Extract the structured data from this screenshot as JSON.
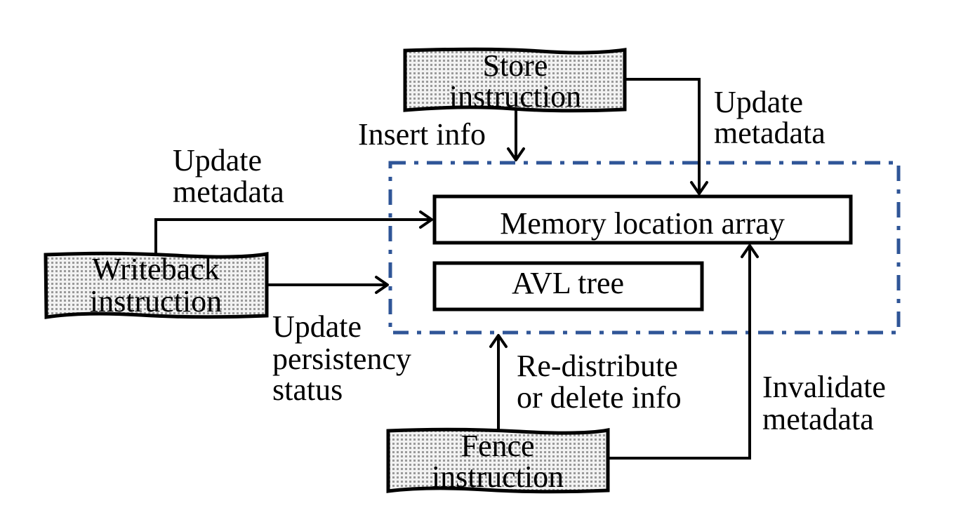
{
  "diagram": {
    "colors": {
      "group_border": "#2f5597",
      "stroke": "#000000",
      "instruction_fill_pattern": "dotted-gray"
    },
    "group": {
      "label": "",
      "components": [
        {
          "id": "mla",
          "label": "Memory location array"
        },
        {
          "id": "avl",
          "label": "AVL tree"
        }
      ]
    },
    "instructions": {
      "store": {
        "line1": "Store",
        "line2": "instruction"
      },
      "writeback": {
        "line1": "Writeback",
        "line2": "instruction"
      },
      "fence": {
        "line1": "Fence",
        "line2": "instruction"
      }
    },
    "edges": [
      {
        "from": "store",
        "to": "group",
        "label_lines": [
          "Insert info"
        ]
      },
      {
        "from": "store",
        "to": "mla",
        "label_lines": [
          "Update",
          "metadata"
        ]
      },
      {
        "from": "writeback",
        "to": "mla",
        "label_lines": [
          "Update",
          "metadata"
        ]
      },
      {
        "from": "writeback",
        "to": "group",
        "label_lines": [
          "Update",
          "persistency",
          "status"
        ]
      },
      {
        "from": "fence",
        "to": "group",
        "label_lines": [
          "Re-distribute",
          "or delete info"
        ]
      },
      {
        "from": "fence",
        "to": "mla",
        "label_lines": [
          "Invalidate",
          "metadata"
        ]
      }
    ]
  }
}
